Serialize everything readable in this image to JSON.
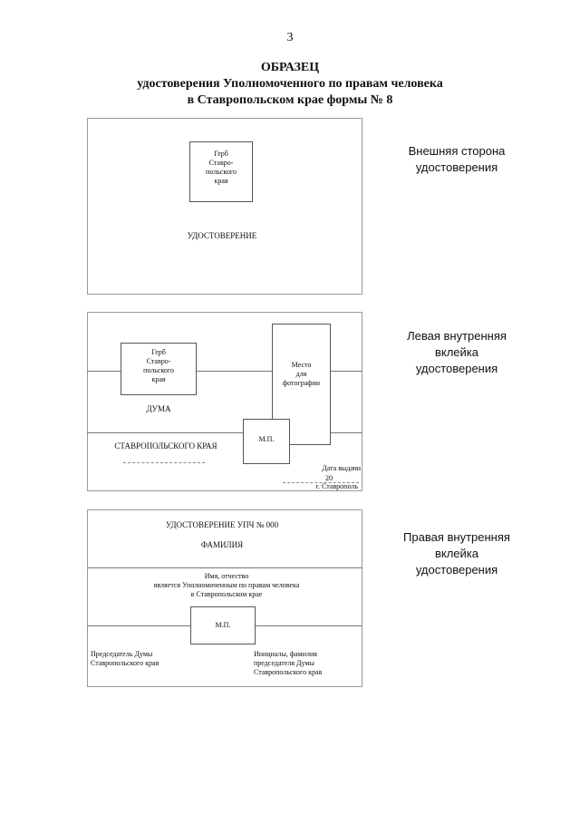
{
  "page_number": "3",
  "title": {
    "line1": "ОБРАЗЕЦ",
    "line2": "удостоверения Уполномоченного по правам человека",
    "line3": "в Ставропольском крае формы № 8"
  },
  "outer_side": {
    "coat_of_arms": [
      "Герб",
      "Ставро-",
      "польского",
      "края"
    ],
    "certificate_label": "УДОСТОВЕРЕНИЕ",
    "caption": [
      "Внешняя сторона",
      "удостоверения"
    ]
  },
  "left_inner": {
    "coat_of_arms": [
      "Герб",
      "Ставро-",
      "польского",
      "края"
    ],
    "duma": "ДУМА",
    "stavropol_region": "СТАВРОПОЛЬСКОГО КРАЯ",
    "photo_place": [
      "Место",
      "для",
      "фотографии"
    ],
    "seal": "М.П.",
    "issue_date": "Дата выдачи",
    "date_line": "20",
    "city": "г. Ставрополь",
    "caption": [
      "Левая внутренняя",
      "вклейка",
      "удостоверения"
    ]
  },
  "right_inner": {
    "certificate_number": "УДОСТОВЕРЕНИЕ УПЧ № 000",
    "surname": "ФАМИЛИЯ",
    "text_lines": [
      "Имя, отчество",
      "является Уполномоченным по правам человека",
      "в Ставропольском крае"
    ],
    "seal": "М.П.",
    "chairman_left": [
      "Председатель Думы",
      "Ставропольского края"
    ],
    "chairman_right": [
      "Инициалы, фамилия",
      "председателя Думы",
      "Ставропольского края"
    ],
    "caption": [
      "Правая внутренняя",
      "вклейка",
      "удостоверения"
    ]
  }
}
